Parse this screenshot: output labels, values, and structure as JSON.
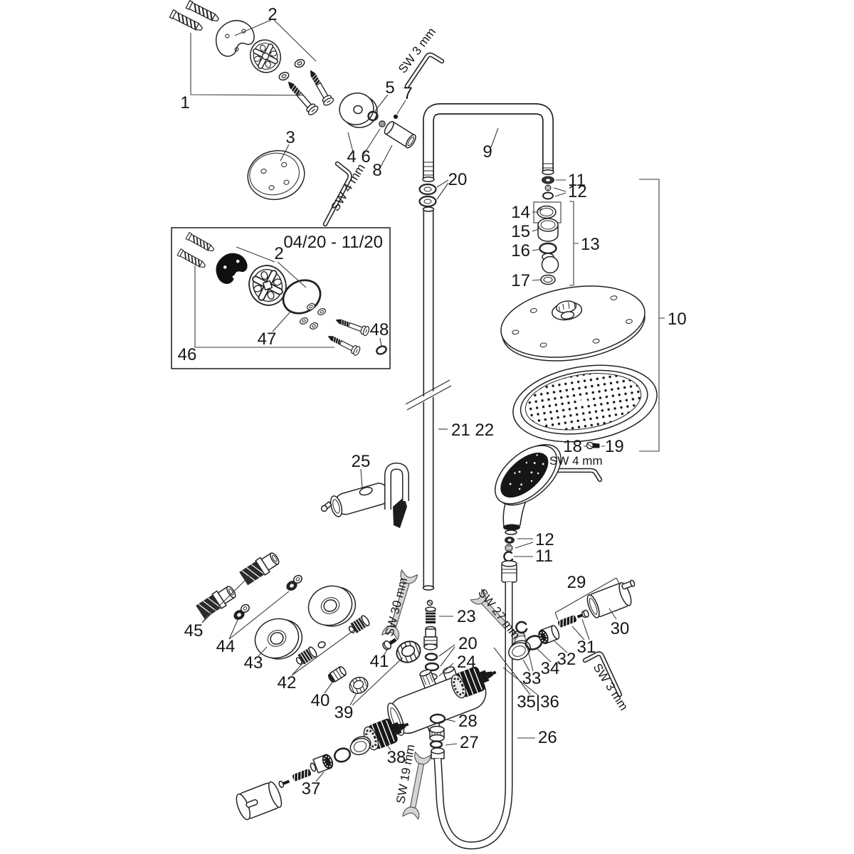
{
  "diagram": {
    "inset": {
      "date_range": "04/20 - 11/20"
    },
    "callouts": {
      "n1": {
        "text": "1"
      },
      "n2": {
        "text": "2"
      },
      "n3": {
        "text": "3"
      },
      "n4_6": {
        "text": "4 6"
      },
      "n5": {
        "text": "5"
      },
      "n7": {
        "text": "7"
      },
      "n8": {
        "text": "8"
      },
      "n9": {
        "text": "9"
      },
      "n10": {
        "text": "10"
      },
      "n11_top": {
        "text": "11"
      },
      "n12_top": {
        "text": "12"
      },
      "n13": {
        "text": "13"
      },
      "n14": {
        "text": "14"
      },
      "n15": {
        "text": "15"
      },
      "n16": {
        "text": "16"
      },
      "n17": {
        "text": "17"
      },
      "n18": {
        "text": "18"
      },
      "n19": {
        "text": "19"
      },
      "n20_top": {
        "text": "20"
      },
      "n20_mid": {
        "text": "20"
      },
      "n21_22": {
        "text": "21 22"
      },
      "n23": {
        "text": "23"
      },
      "n24": {
        "text": "24"
      },
      "n25": {
        "text": "25"
      },
      "n26": {
        "text": "26"
      },
      "n27": {
        "text": "27"
      },
      "n28": {
        "text": "28"
      },
      "n29": {
        "text": "29"
      },
      "n30": {
        "text": "30"
      },
      "n31": {
        "text": "31"
      },
      "n32": {
        "text": "32"
      },
      "n33": {
        "text": "33"
      },
      "n34": {
        "text": "34"
      },
      "n35_36": {
        "text": "35|36"
      },
      "n37": {
        "text": "37"
      },
      "n38": {
        "text": "38"
      },
      "n39": {
        "text": "39"
      },
      "n40": {
        "text": "40"
      },
      "n41": {
        "text": "41"
      },
      "n42": {
        "text": "42"
      },
      "n43": {
        "text": "43"
      },
      "n44": {
        "text": "44"
      },
      "n45": {
        "text": "45"
      },
      "n46": {
        "text": "46"
      },
      "n47": {
        "text": "47"
      },
      "n48": {
        "text": "48"
      },
      "n11_hand": {
        "text": "11"
      },
      "n12_hand": {
        "text": "12"
      },
      "n2_inset": {
        "text": "2"
      },
      "sw3_top": {
        "text": "SW 3 mm"
      },
      "sw4_left": {
        "text": "SW 4 mm"
      },
      "sw4_head": {
        "text": "SW 4 mm"
      },
      "sw3_bottom": {
        "text": "SW 3 mm"
      },
      "sw30": {
        "text": "SW 30 mm"
      },
      "sw27": {
        "text": "SW 27 mm"
      },
      "sw19": {
        "text": "SW 19 mm"
      }
    }
  }
}
